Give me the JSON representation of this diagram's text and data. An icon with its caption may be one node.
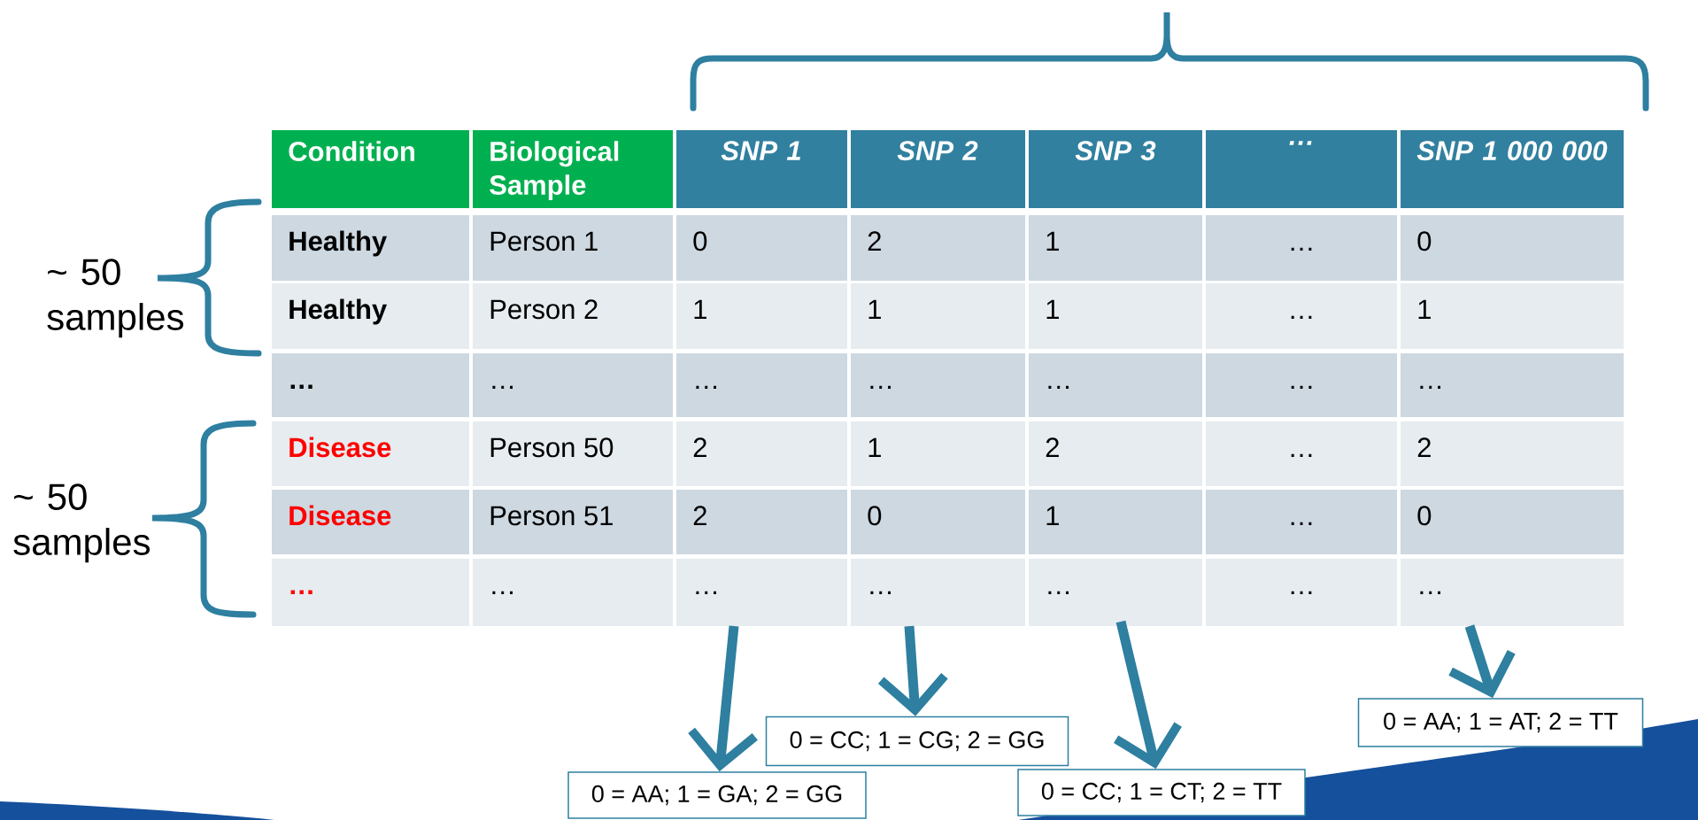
{
  "diagram": {
    "nodes": [
      {
        "text": [
          "0 = AA; 1 = GA; 2 = GG"
        ]
      },
      {
        "text": [
          "0 = CC; 1 = CG; 2 = GG"
        ]
      },
      {
        "text": [
          "0 = CC; 1 = CT; 2 = TT"
        ]
      },
      {
        "text": [
          "0 = AA; 1 = AT; 2 = TT"
        ]
      }
    ],
    "edges": [
      {
        "from": null,
        "to": 0,
        "arrow": "to"
      },
      {
        "from": null,
        "to": 1,
        "arrow": "to"
      },
      {
        "from": null,
        "to": 2,
        "arrow": "to"
      },
      {
        "from": null,
        "to": 3,
        "arrow": "to"
      }
    ],
    "labels": [
      "Condition",
      "Biological Sample",
      "SNP 1",
      "SNP 2",
      "SNP 3",
      "…",
      "SNP 1 000 000",
      "Healthy",
      "Person 1",
      "0",
      "2",
      "1",
      "…",
      "0",
      "Healthy",
      "Person 2",
      "1",
      "1",
      "1",
      "…",
      "1",
      "…",
      "…",
      "…",
      "…",
      "…",
      "…",
      "…",
      "Disease",
      "Person 50",
      "2",
      "1",
      "2",
      "…",
      "2",
      "Disease",
      "Person 51",
      "2",
      "0",
      "1",
      "…",
      "0",
      "…",
      "…",
      "…",
      "…",
      "…",
      "…",
      "…",
      "~ 50 samples",
      "~ 50 samples"
    ]
  }
}
